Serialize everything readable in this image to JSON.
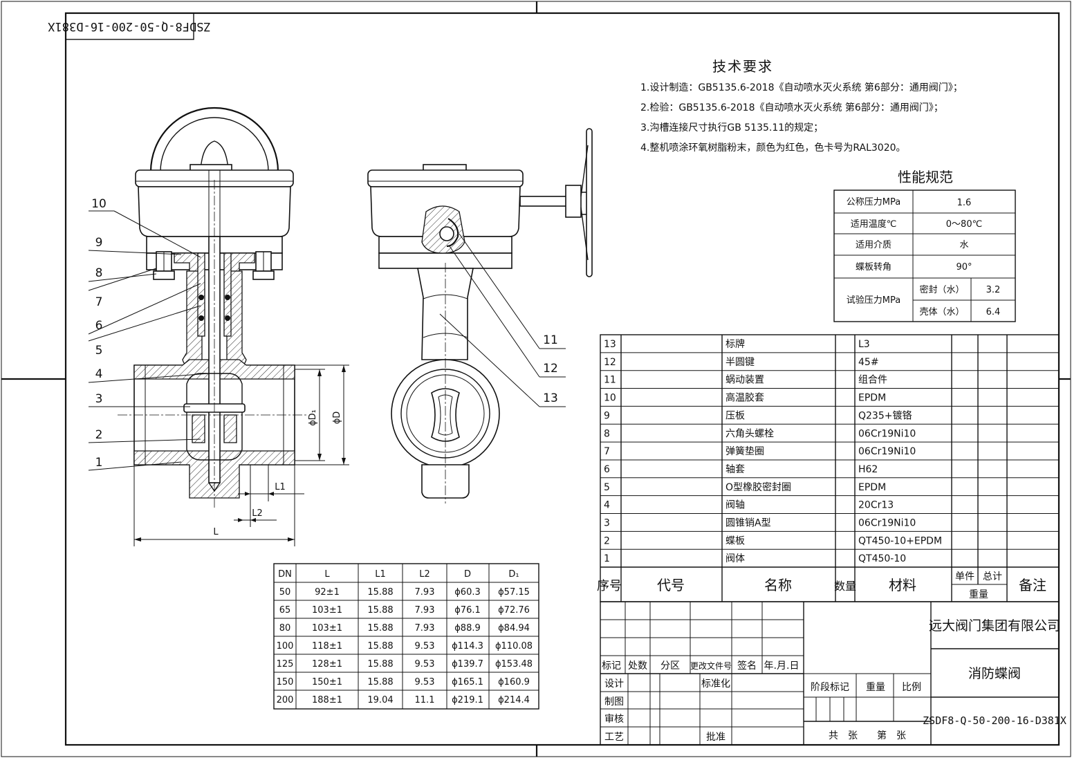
{
  "drawing_code": "ZSDF8-Q-50-200-16-D381X",
  "tech_requirements": {
    "title": "技术要求",
    "items": [
      "1.设计制造：GB5135.6-2018《自动喷水灭火系统 第6部分：通用阀门》；",
      "2.检验：GB5135.6-2018《自动喷水灭火系统 第6部分：通用阀门》；",
      "3.沟槽连接尺寸执行GB 5135.11的规定；",
      "4.整机喷涂环氧树脂粉末，颜色为红色，色卡号为RAL3020。"
    ]
  },
  "performance": {
    "title": "性能规范",
    "rows": [
      {
        "label": "公称压力MPa",
        "value": "1.6"
      },
      {
        "label": "适用温度℃",
        "value": "0～80℃"
      },
      {
        "label": "适用介质",
        "value": "水"
      },
      {
        "label": "蝶板转角",
        "value": "90°"
      }
    ],
    "test_label": "试验压力MPa",
    "test_rows": [
      {
        "label": "密封（水）",
        "value": "3.2"
      },
      {
        "label": "壳体（水）",
        "value": "6.4"
      }
    ]
  },
  "balloons_left": [
    "10",
    "9",
    "8",
    "7",
    "6",
    "5",
    "4",
    "3",
    "2",
    "1"
  ],
  "balloons_right": [
    "11",
    "12",
    "13"
  ],
  "dims": {
    "L": "L",
    "L1": "L1",
    "L2": "L2",
    "D": "ϕD",
    "D1": "ϕD₁"
  },
  "dim_table": {
    "headers": [
      "DN",
      "L",
      "L1",
      "L2",
      "D",
      "D₁"
    ],
    "rows": [
      [
        "50",
        "92±1",
        "15.88",
        "7.93",
        "ϕ60.3",
        "ϕ57.15"
      ],
      [
        "65",
        "103±1",
        "15.88",
        "7.93",
        "ϕ76.1",
        "ϕ72.76"
      ],
      [
        "80",
        "103±1",
        "15.88",
        "7.93",
        "ϕ88.9",
        "ϕ84.94"
      ],
      [
        "100",
        "118±1",
        "15.88",
        "9.53",
        "ϕ114.3",
        "ϕ110.08"
      ],
      [
        "125",
        "128±1",
        "15.88",
        "9.53",
        "ϕ139.7",
        "ϕ153.48"
      ],
      [
        "150",
        "150±1",
        "15.88",
        "9.53",
        "ϕ165.1",
        "ϕ160.9"
      ],
      [
        "200",
        "188±1",
        "19.04",
        "11.1",
        "ϕ219.1",
        "ϕ214.4"
      ]
    ]
  },
  "bom": {
    "rows": [
      {
        "no": "13",
        "name": "标牌",
        "material": "L3"
      },
      {
        "no": "12",
        "name": "半圆键",
        "material": "45#"
      },
      {
        "no": "11",
        "name": "蜗动装置",
        "material": "组合件"
      },
      {
        "no": "10",
        "name": "高温胶套",
        "material": "EPDM"
      },
      {
        "no": "9",
        "name": "压板",
        "material": "Q235+镀铬"
      },
      {
        "no": "8",
        "name": "六角头螺栓",
        "material": "06Cr19Ni10"
      },
      {
        "no": "7",
        "name": "弹簧垫圈",
        "material": "06Cr19Ni10"
      },
      {
        "no": "6",
        "name": "轴套",
        "material": "H62"
      },
      {
        "no": "5",
        "name": "O型橡胶密封圈",
        "material": "EPDM"
      },
      {
        "no": "4",
        "name": "阀轴",
        "material": "20Cr13"
      },
      {
        "no": "3",
        "name": "圆锥销A型",
        "material": "06Cr19Ni10"
      },
      {
        "no": "2",
        "name": "蝶板",
        "material": "QT450-10+EPDM"
      },
      {
        "no": "1",
        "name": "阀体",
        "material": "QT450-10"
      }
    ],
    "header": {
      "no": "序号",
      "code": "代号",
      "name": "名称",
      "qty": "数量",
      "material": "材料",
      "unit": "单件",
      "total": "总计",
      "weight": "重量",
      "remark": "备注"
    }
  },
  "title_block": {
    "company": "远大阀门集团有限公司",
    "product": "消防蝶阀",
    "drawing_no": "ZSDF8-Q-50-200-16-D381X",
    "rev_headers": [
      "标记",
      "处数",
      "分区",
      "更改文件号",
      "签名",
      "年.月.日"
    ],
    "roles": [
      "设计",
      "制图",
      "审核",
      "工艺"
    ],
    "standardize": "标准化",
    "approve": "批准",
    "stage_mark": "阶段标记",
    "weight": "重量",
    "scale": "比例",
    "sheets": "共　张　　第　张"
  }
}
